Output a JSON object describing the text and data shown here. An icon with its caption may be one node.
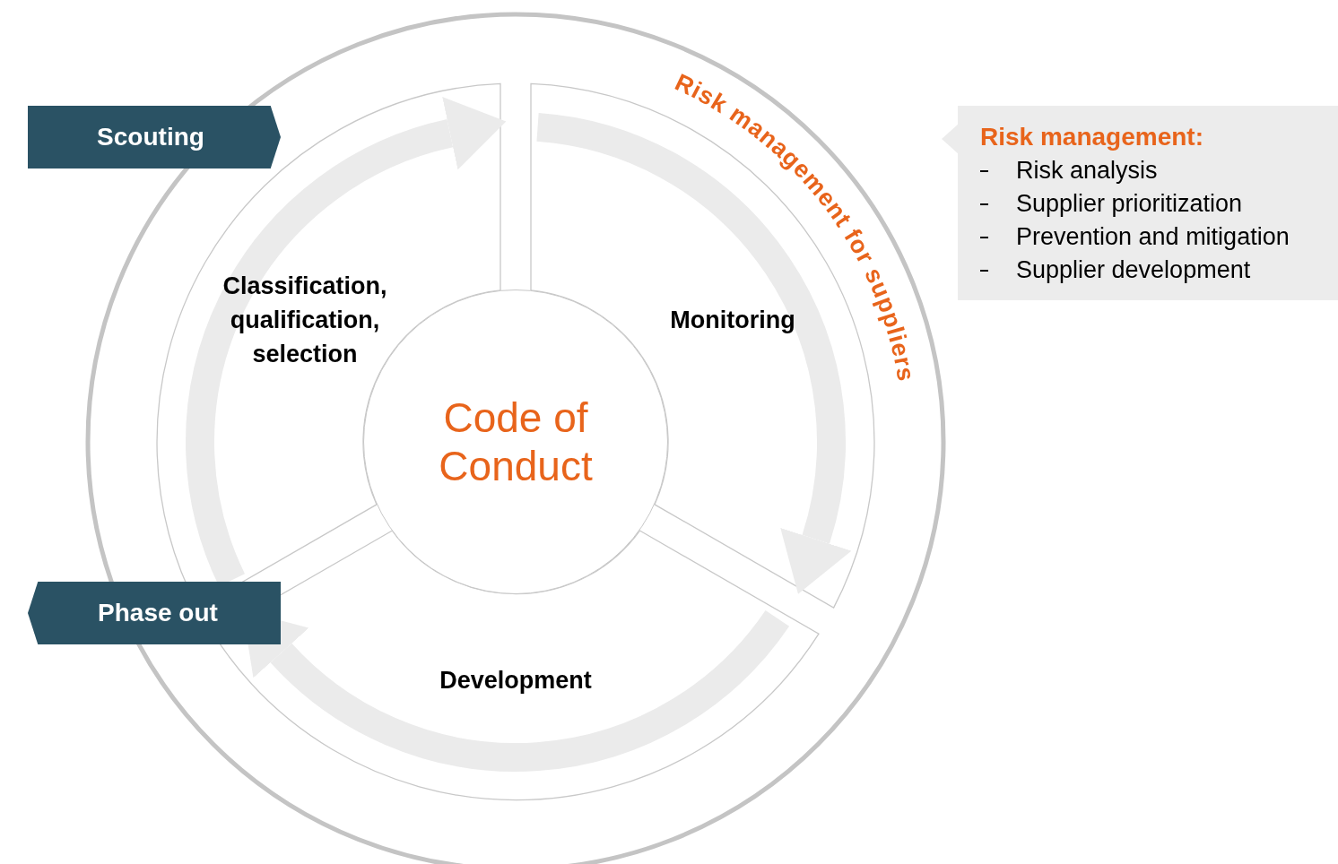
{
  "diagram": {
    "nodes": [
      {
        "text": [
          "Scouting"
        ]
      },
      {
        "text": [
          "Phase out"
        ]
      },
      {
        "text": [
          "Code of Conduct"
        ]
      },
      {
        "text": [
          "Classification, qualification, selection"
        ]
      },
      {
        "text": [
          "Monitoring"
        ]
      },
      {
        "text": [
          "Development"
        ]
      },
      {
        "text": [
          "Risk management:",
          "Risk analysis",
          "Supplier prioritization",
          "Prevention and mitigation",
          "Supplier development"
        ]
      }
    ],
    "edges": [
      {
        "from": 3,
        "to": 4,
        "arrow": "to"
      },
      {
        "from": 4,
        "to": 5,
        "arrow": "to"
      },
      {
        "from": 5,
        "to": 3,
        "arrow": "to"
      }
    ],
    "labels": [
      "Risk management for suppliers"
    ]
  }
}
